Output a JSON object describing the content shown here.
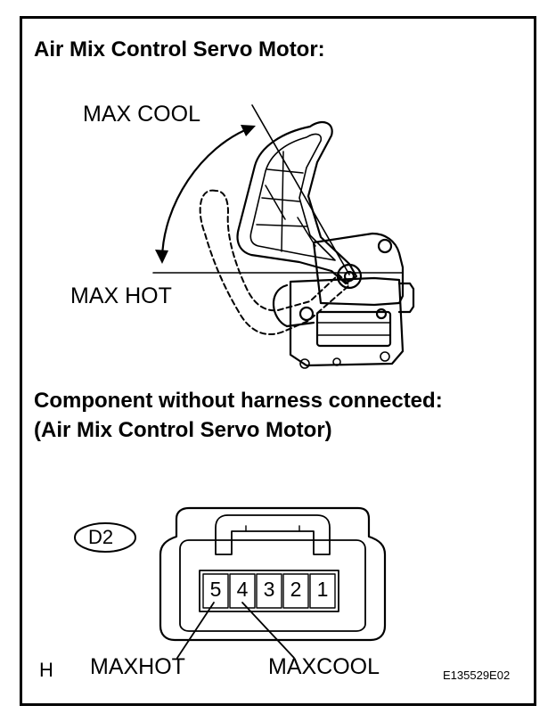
{
  "titles": {
    "servo_heading": "Air Mix Control Servo Motor:",
    "component_heading": "Component without harness connected:",
    "component_subheading": "(Air Mix Control Servo Motor)"
  },
  "servo_labels": {
    "max_cool": "MAX COOL",
    "max_hot": "MAX HOT"
  },
  "connector": {
    "code": "D2",
    "pins": [
      "5",
      "4",
      "3",
      "2",
      "1"
    ],
    "terminal_labels": {
      "pin5": "MAXHOT",
      "pin4": "MAXCOOL"
    }
  },
  "footer": {
    "view_letter": "H",
    "figure_id": "E135529E02"
  }
}
